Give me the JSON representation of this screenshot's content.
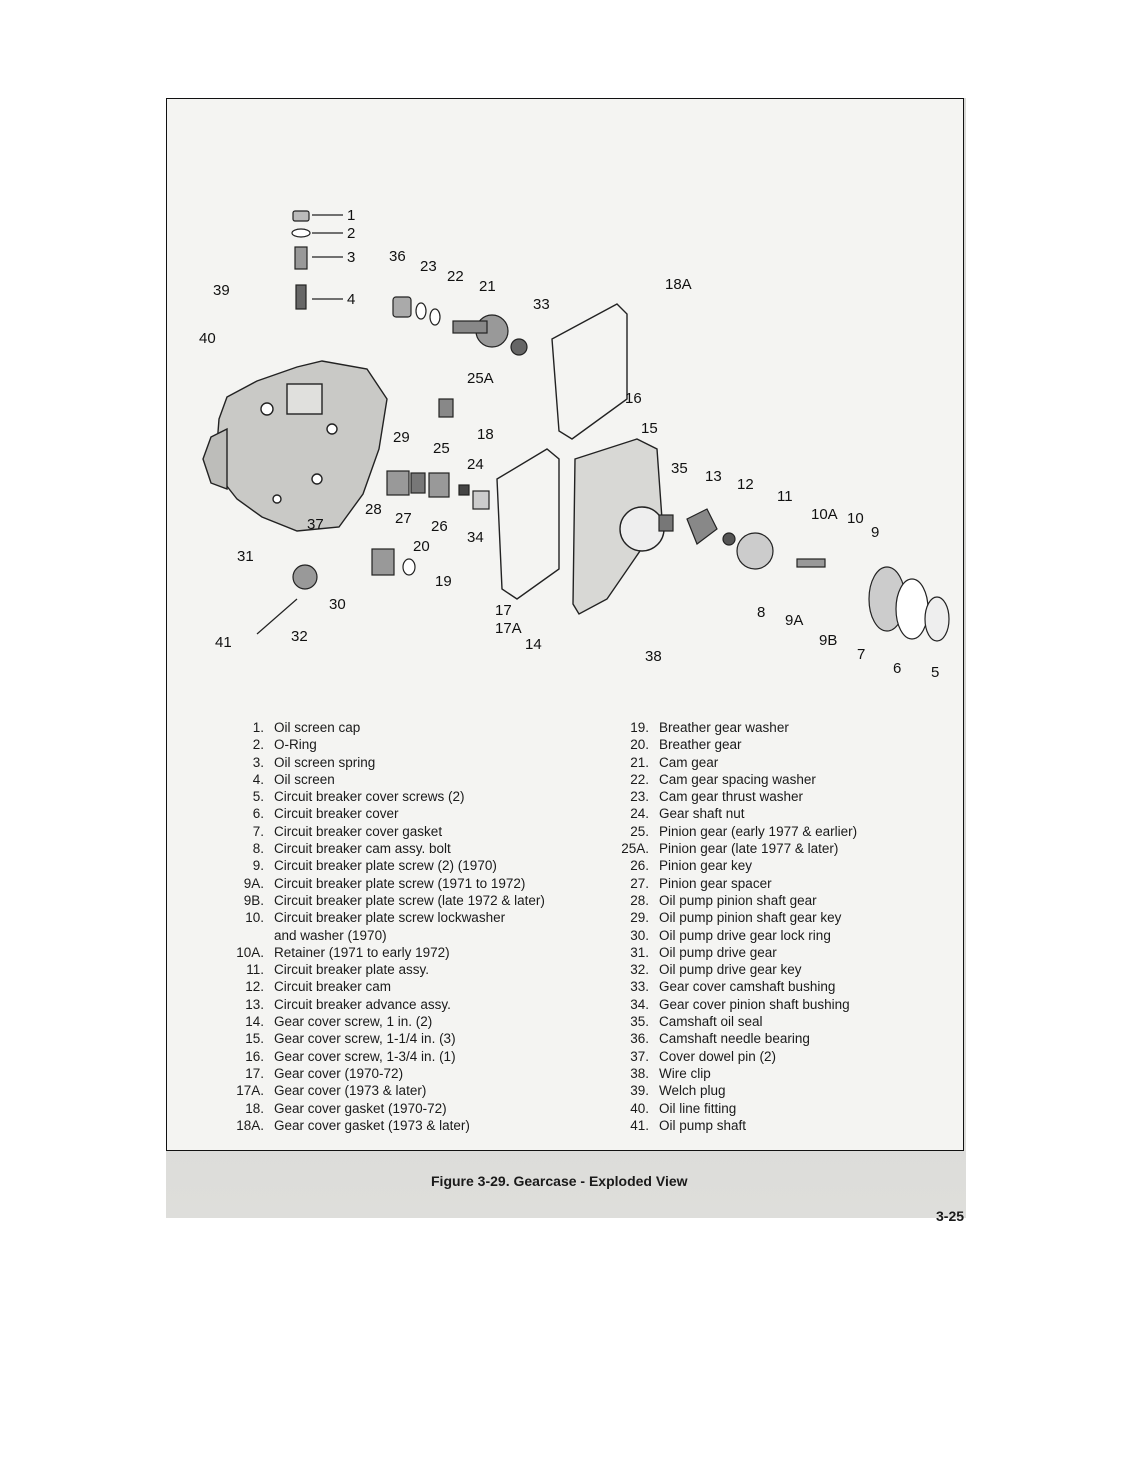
{
  "figure": {
    "caption": "Figure 3-29. Gearcase - Exploded View",
    "page_number": "3-25"
  },
  "callouts": [
    "1",
    "2",
    "3",
    "4",
    "36",
    "23",
    "22",
    "21",
    "33",
    "39",
    "40",
    "18A",
    "25A",
    "16",
    "15",
    "29",
    "25",
    "18",
    "24",
    "35",
    "13",
    "12",
    "11",
    "10A",
    "10",
    "9",
    "28",
    "27",
    "26",
    "34",
    "37",
    "31",
    "20",
    "19",
    "30",
    "41",
    "32",
    "17",
    "17A",
    "14",
    "8",
    "9A",
    "9B",
    "7",
    "6",
    "5",
    "38"
  ],
  "legend_left": [
    {
      "num": "1.",
      "text": "Oil screen cap"
    },
    {
      "num": "2.",
      "text": "O-Ring"
    },
    {
      "num": "3.",
      "text": "Oil screen spring"
    },
    {
      "num": "4.",
      "text": "Oil screen"
    },
    {
      "num": "5.",
      "text": "Circuit breaker cover screws (2)"
    },
    {
      "num": "6.",
      "text": "Circuit breaker cover"
    },
    {
      "num": "7.",
      "text": "Circuit breaker cover gasket"
    },
    {
      "num": "8.",
      "text": "Circuit breaker cam assy. bolt"
    },
    {
      "num": "9.",
      "text": "Circuit breaker plate screw (2) (1970)"
    },
    {
      "num": "9A.",
      "text": "Circuit breaker plate screw (1971 to 1972)"
    },
    {
      "num": "9B.",
      "text": "Circuit breaker plate screw (late 1972 & later)"
    },
    {
      "num": "10.",
      "text": "Circuit breaker plate screw lockwasher"
    },
    {
      "num": "",
      "text": "and washer (1970)"
    },
    {
      "num": "10A.",
      "text": "Retainer (1971 to early 1972)"
    },
    {
      "num": "11.",
      "text": "Circuit breaker plate assy."
    },
    {
      "num": "12.",
      "text": "Circuit breaker cam"
    },
    {
      "num": "13.",
      "text": "Circuit breaker advance assy."
    },
    {
      "num": "14.",
      "text": "Gear cover screw, 1 in. (2)"
    },
    {
      "num": "15.",
      "text": "Gear cover screw, 1-1/4 in. (3)"
    },
    {
      "num": "16.",
      "text": "Gear cover screw, 1-3/4 in. (1)"
    },
    {
      "num": "17.",
      "text": "Gear cover (1970-72)"
    },
    {
      "num": "17A.",
      "text": "Gear cover (1973 & later)"
    },
    {
      "num": "18.",
      "text": "Gear cover gasket (1970-72)"
    },
    {
      "num": "18A.",
      "text": "Gear cover gasket (1973 & later)"
    }
  ],
  "legend_right": [
    {
      "num": "19.",
      "text": "Breather gear washer"
    },
    {
      "num": "20.",
      "text": "Breather gear"
    },
    {
      "num": "21.",
      "text": "Cam gear"
    },
    {
      "num": "22.",
      "text": "Cam gear spacing washer"
    },
    {
      "num": "23.",
      "text": "Cam gear thrust washer"
    },
    {
      "num": "24.",
      "text": "Gear shaft nut"
    },
    {
      "num": "25.",
      "text": "Pinion gear (early 1977 & earlier)"
    },
    {
      "num": "25A.",
      "text": "Pinion gear (late 1977 & later)"
    },
    {
      "num": "26.",
      "text": "Pinion gear key"
    },
    {
      "num": "27.",
      "text": "Pinion gear spacer"
    },
    {
      "num": "28.",
      "text": "Oil pump pinion shaft gear"
    },
    {
      "num": "29.",
      "text": "Oil pump pinion shaft gear key"
    },
    {
      "num": "30.",
      "text": "Oil pump drive gear lock ring"
    },
    {
      "num": "31.",
      "text": "Oil pump drive gear"
    },
    {
      "num": "32.",
      "text": "Oil pump drive gear key"
    },
    {
      "num": "33.",
      "text": "Gear cover camshaft bushing"
    },
    {
      "num": "34.",
      "text": "Gear cover pinion shaft bushing"
    },
    {
      "num": "35.",
      "text": "Camshaft oil seal"
    },
    {
      "num": "36.",
      "text": "Camshaft needle bearing"
    },
    {
      "num": "37.",
      "text": "Cover dowel pin (2)"
    },
    {
      "num": "38.",
      "text": "Wire clip"
    },
    {
      "num": "39.",
      "text": "Welch plug"
    },
    {
      "num": "40.",
      "text": "Oil line fitting"
    },
    {
      "num": "41.",
      "text": "Oil pump shaft"
    }
  ]
}
